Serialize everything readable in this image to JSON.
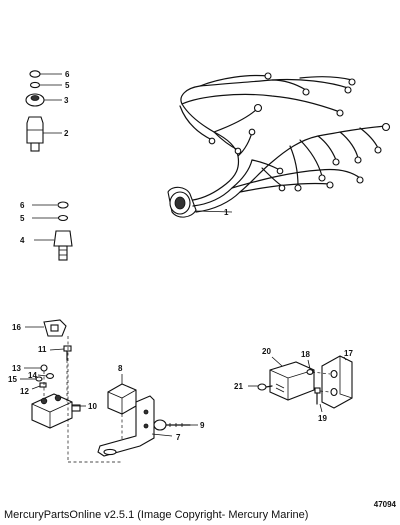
{
  "callouts": {
    "c1": "1",
    "c2": "2",
    "c3": "3",
    "c4": "4",
    "c5a": "5",
    "c5b": "5",
    "c6a": "6",
    "c6b": "6",
    "c7": "7",
    "c8": "8",
    "c9": "9",
    "c10": "10",
    "c11": "11",
    "c12": "12",
    "c13": "13",
    "c14": "14",
    "c15": "15",
    "c16": "16",
    "c17": "17",
    "c18": "18",
    "c19": "19",
    "c20": "20",
    "c21": "21"
  },
  "figure_number": "47094",
  "caption": "MercuryPartsOnline v2.5.1 (Image Copyright- Mercury Marine)"
}
